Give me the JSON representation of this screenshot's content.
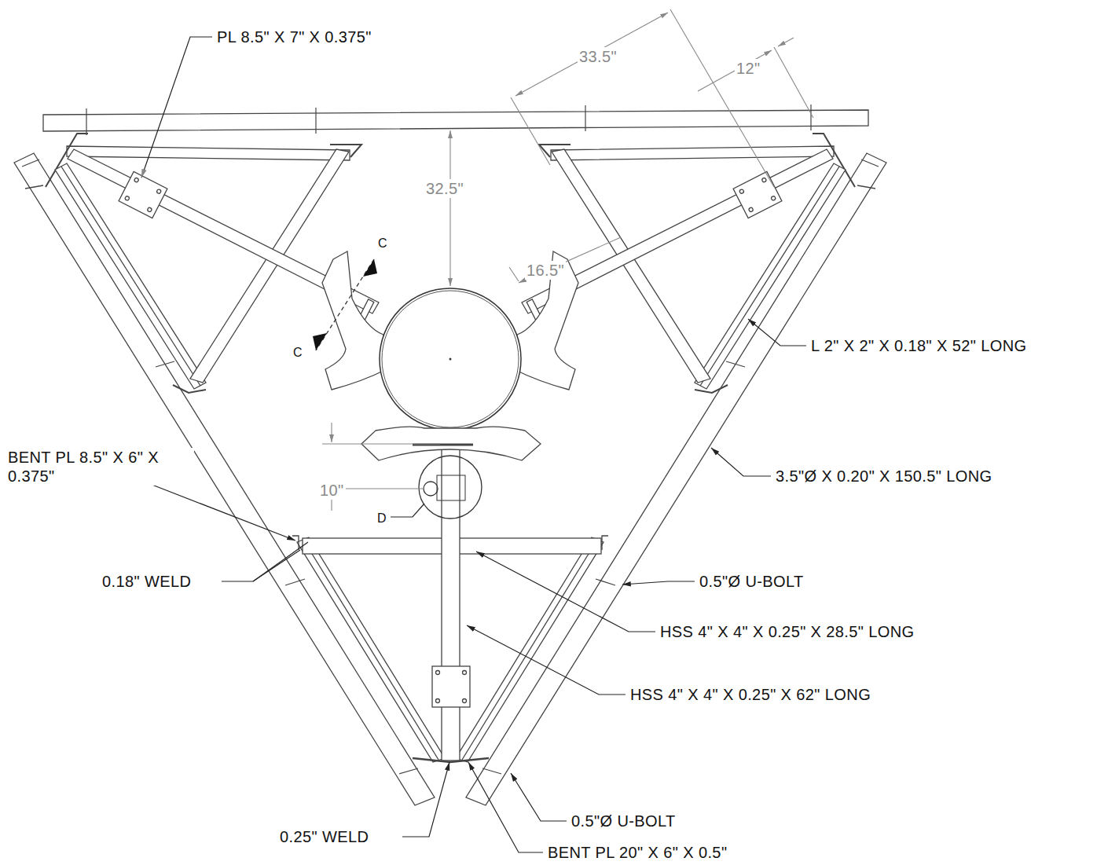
{
  "diagram": {
    "labels": [
      "PL 8.5\" X 7\" X 0.375\"",
      "33.5\"",
      "12\"",
      "32.5\"",
      "C",
      "C",
      "16.5\"",
      "L 2\" X 2\" X 0.18\" X 52\" LONG",
      "BENT PL 8.5\" X 6\" X 0.375\"",
      "10\"",
      "D",
      "3.5\"Ø X 0.20\" X 150.5\" LONG",
      "0.18\" WELD",
      "0.5\"Ø U-BOLT",
      "HSS 4\" X 4\" X 0.25\" X 28.5\" LONG",
      "HSS 4\" X 4\" X 0.25\" X 62\" LONG",
      "0.5\"Ø U-BOLT",
      "0.25\" WELD",
      "BENT PL 20\" X 6\" X 0.5\""
    ]
  }
}
